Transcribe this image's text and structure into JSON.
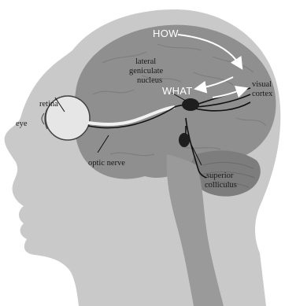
{
  "labels": {
    "how": "HOW",
    "what": "WHAT",
    "lgn_line1": "lateral",
    "lgn_line2": "geniculate",
    "lgn_line3": "nucleus",
    "visual_line1": "visual",
    "visual_line2": "cortex",
    "retina": "retina",
    "eye": "eye",
    "optic_nerve": "optic nerve",
    "sc_line1": "superior",
    "sc_line2": "colliculus"
  },
  "colors": {
    "head": "#c9c9c9",
    "brain": "#8f8f8f",
    "cerebellum": "#7d7d7d",
    "brainstem": "#9a9a9a",
    "nuclei": "#1e1e1e",
    "pathway": "#111111",
    "stream_arrows": "#ffffff"
  }
}
